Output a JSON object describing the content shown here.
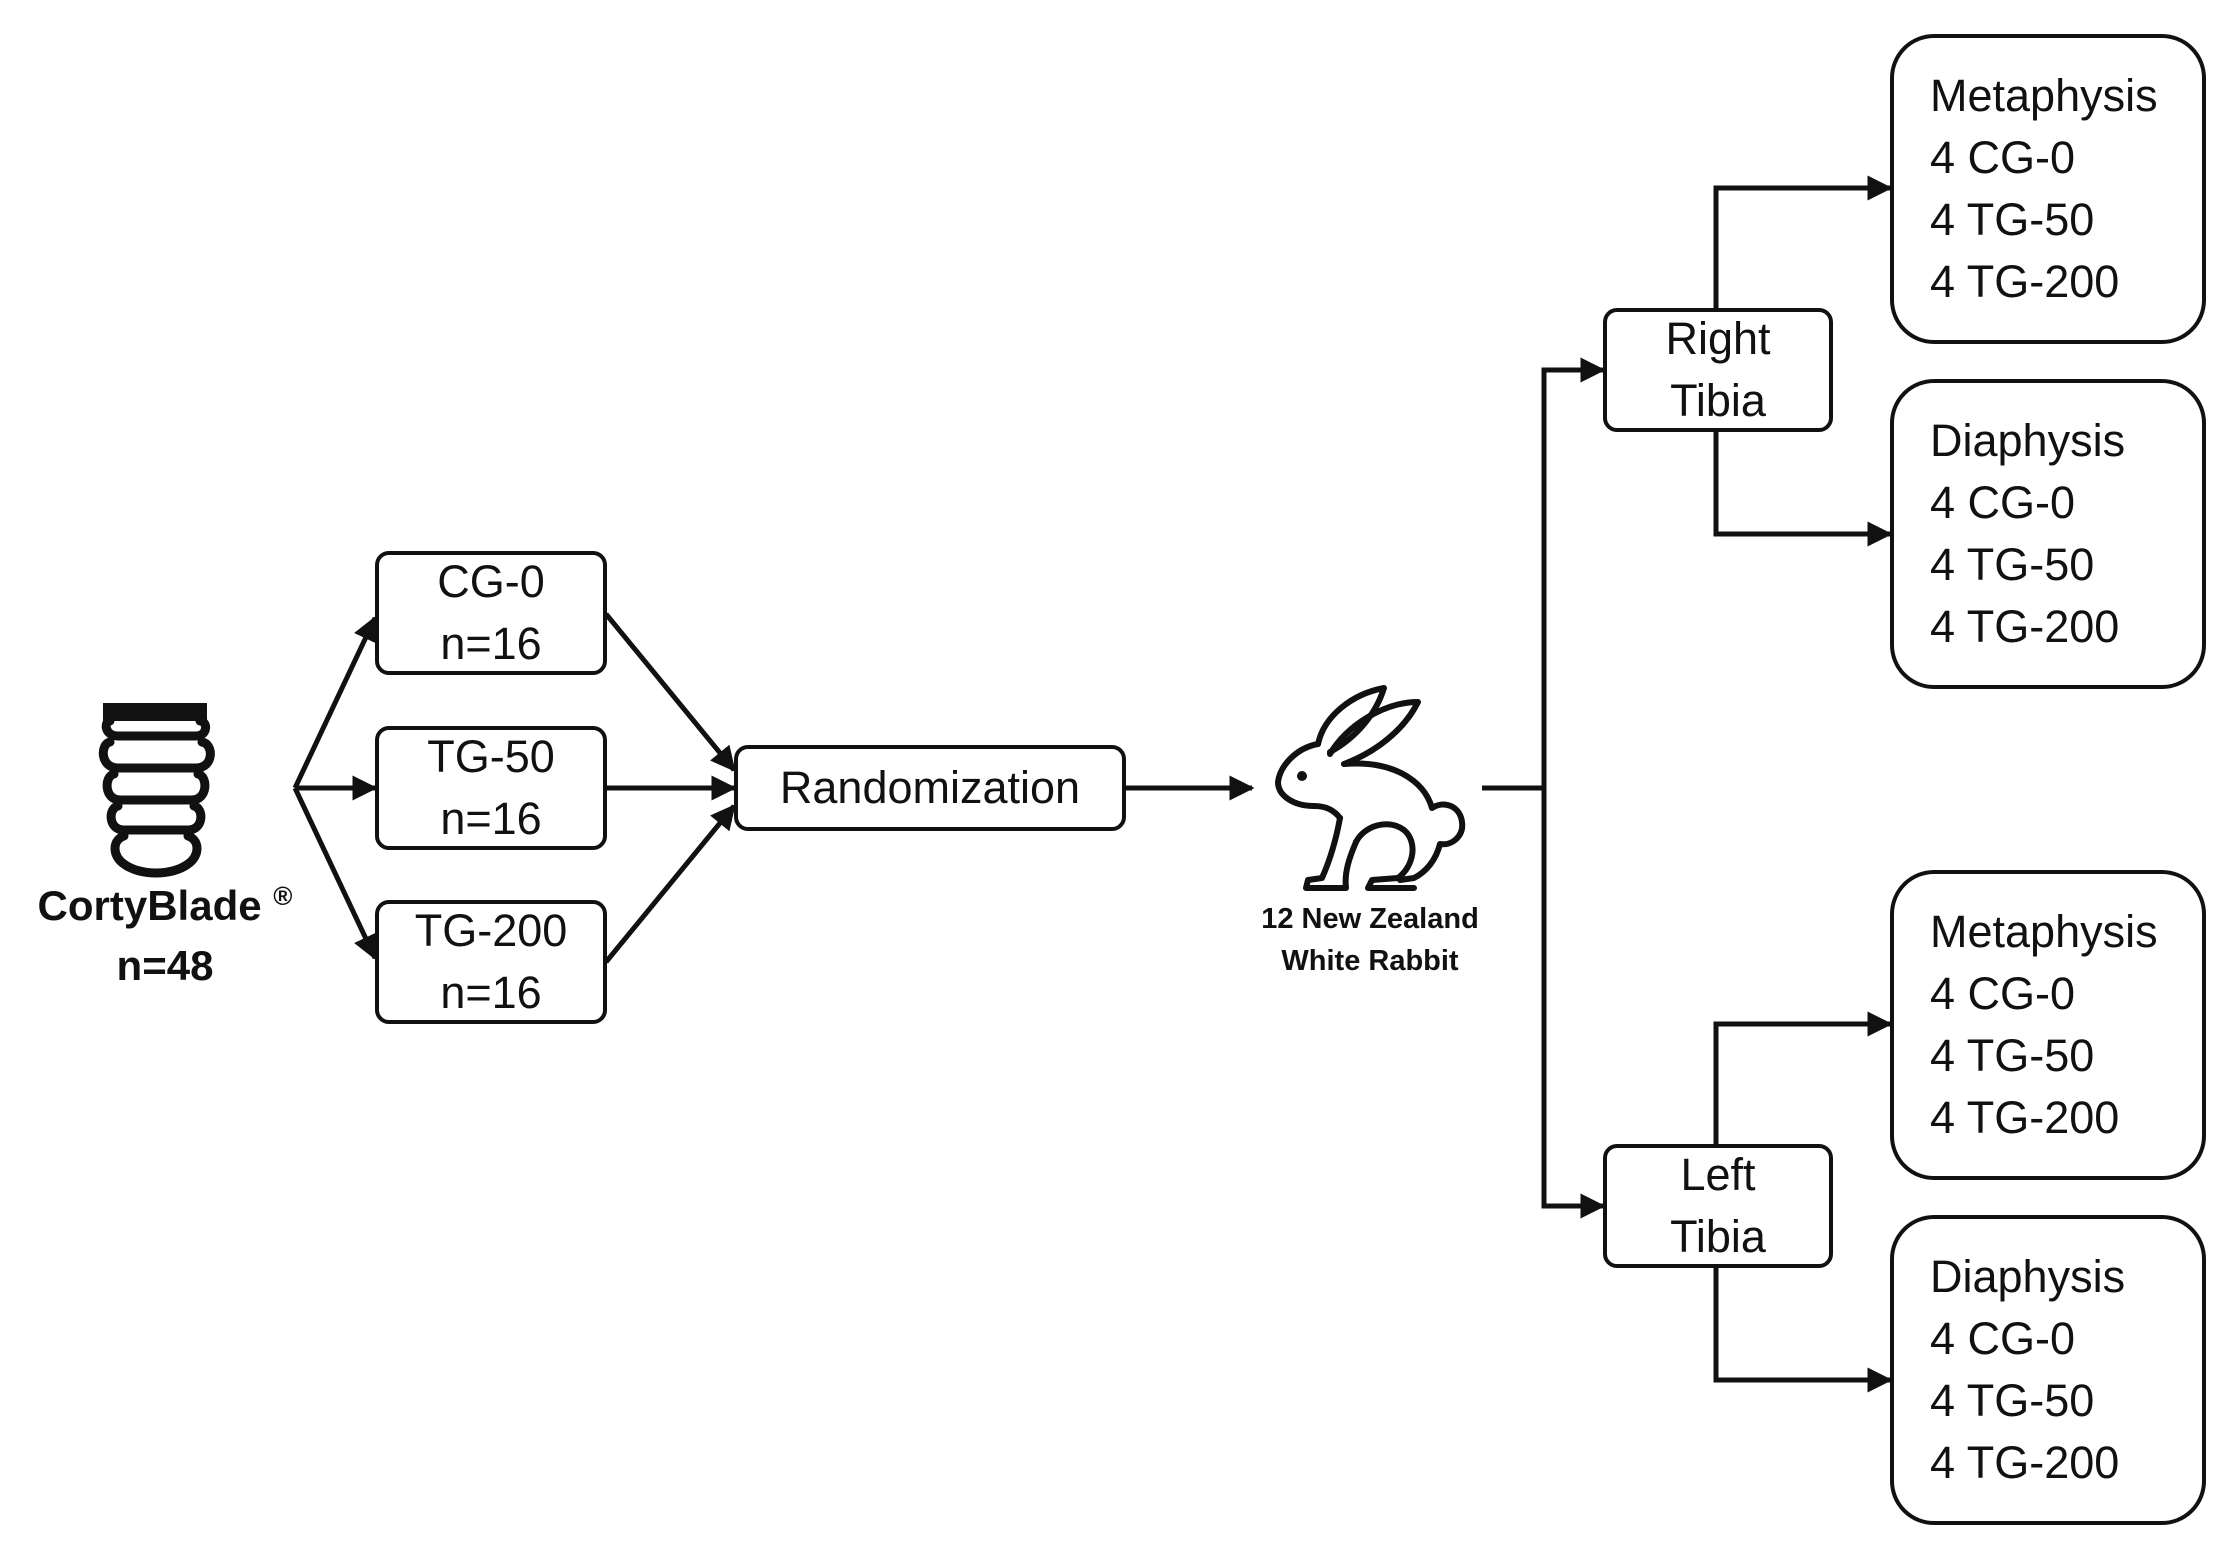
{
  "implant": {
    "name": "CortyBlade",
    "mark": "®",
    "count": "n=48",
    "icon": "dental-implant-icon"
  },
  "groups": [
    {
      "id": "cg-0",
      "name": "CG-0",
      "count": "n=16"
    },
    {
      "id": "tg-50",
      "name": "TG-50",
      "count": "n=16"
    },
    {
      "id": "tg-200",
      "name": "TG-200",
      "count": "n=16"
    }
  ],
  "randomization": {
    "label": "Randomization"
  },
  "subject": {
    "line1": "12 New Zealand",
    "line2": "White Rabbit",
    "icon": "rabbit-icon"
  },
  "tibias": [
    {
      "id": "right",
      "line1": "Right",
      "line2": "Tibia",
      "sites": [
        {
          "title": "Metaphysis",
          "items": [
            "4 CG-0",
            "4 TG-50",
            "4 TG-200"
          ]
        },
        {
          "title": "Diaphysis",
          "items": [
            "4 CG-0",
            "4 TG-50",
            "4 TG-200"
          ]
        }
      ]
    },
    {
      "id": "left",
      "line1": "Left",
      "line2": "Tibia",
      "sites": [
        {
          "title": "Metaphysis",
          "items": [
            "4 CG-0",
            "4 TG-50",
            "4 TG-200"
          ]
        },
        {
          "title": "Diaphysis",
          "items": [
            "4 CG-0",
            "4 TG-50",
            "4 TG-200"
          ]
        }
      ]
    }
  ],
  "colors": {
    "stroke": "#111111",
    "background": "#ffffff"
  }
}
